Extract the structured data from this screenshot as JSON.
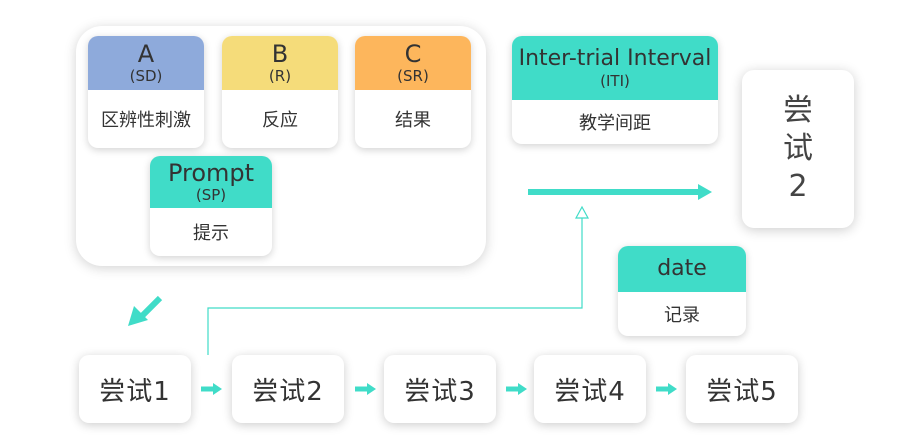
{
  "panel": {
    "cards": [
      {
        "letter": "A",
        "abbr": "(SD)",
        "label": "区辨性刺激"
      },
      {
        "letter": "B",
        "abbr": "(R)",
        "label": "反应"
      },
      {
        "letter": "C",
        "abbr": "(SR)",
        "label": "结果"
      }
    ],
    "prompt": {
      "letter": "Prompt",
      "abbr": "(SP)",
      "label": "提示"
    }
  },
  "iti": {
    "title": "Inter-trial Interval",
    "abbr": "(ITI)",
    "label": "教学间距"
  },
  "date": {
    "title": "date",
    "label": "记录"
  },
  "trial_right": {
    "label": "尝试2"
  },
  "trials": [
    "尝试1",
    "尝试2",
    "尝试3",
    "尝试4",
    "尝试5"
  ],
  "colors": {
    "blue": "#8eaadb",
    "yellow": "#f5dc7a",
    "orange": "#fdb65c",
    "teal": "#40dcc8"
  }
}
